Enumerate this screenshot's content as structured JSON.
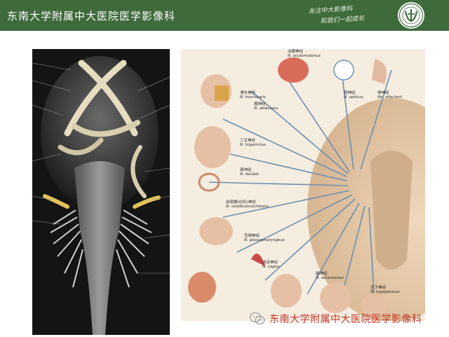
{
  "header": {
    "title": "东南大学附属中大医院医学影像科",
    "slogan_line1": "关注中大影像科",
    "slogan_line2": "和我们一起成长",
    "logo_text": "東南大學附屬中大醫院"
  },
  "diagram": {
    "labels": [
      {
        "cn": "动眼神经",
        "en": "N. oculomotorius"
      },
      {
        "cn": "滑车神经",
        "en": "N. trochlearis"
      },
      {
        "cn": "展神经",
        "en": "N. abducens"
      },
      {
        "cn": "视神经",
        "en": "N. opticus"
      },
      {
        "cn": "嗅神经",
        "en": "Nn. olfactorii"
      },
      {
        "cn": "三叉神经",
        "en": "N. trigeminus"
      },
      {
        "cn": "面神经",
        "en": "N. facialis"
      },
      {
        "cn": "前庭蜗(位听)神经",
        "en": "N. vestibulocochlearis"
      },
      {
        "cn": "舌咽神经",
        "en": "N. glossopharyngeus"
      },
      {
        "cn": "迷走神经",
        "en": "N. vagus"
      },
      {
        "cn": "副神经",
        "en": "N. accessorius"
      },
      {
        "cn": "舌下神经",
        "en": "N. hypoglossus"
      }
    ]
  },
  "watermark": {
    "text": "东南大学附属中大医院医学影像科"
  }
}
